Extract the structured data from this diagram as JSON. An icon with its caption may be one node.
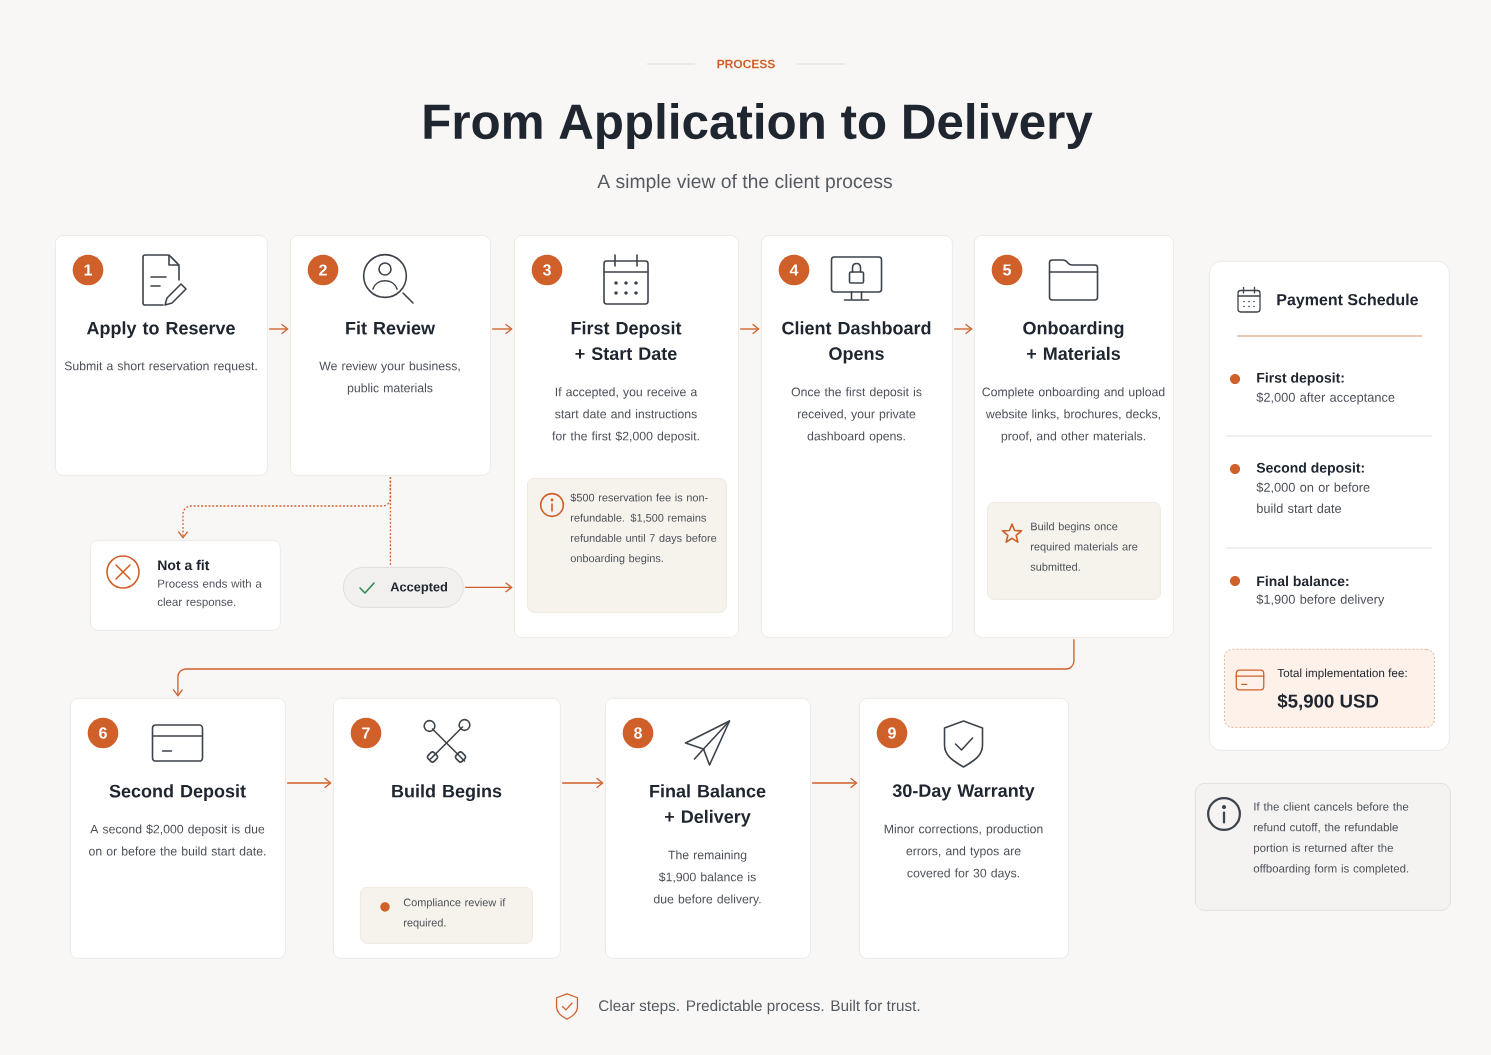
{
  "diagram": {
    "title": "From Application to Delivery",
    "nodes": [
      {
        "text": [
          "1",
          "Apply to Reserve",
          "Submit a short reservation request."
        ]
      },
      {
        "text": [
          "2",
          "Fit Review",
          "We review your business, public materials"
        ]
      },
      {
        "text": [
          "3",
          "First Deposit + Start Date",
          "If accepted, you receive a start date and instructions for the first $2,000 deposit."
        ]
      },
      {
        "text": [
          "$500 reservation fee is non-refundable. $1,500 remains refundable until 7 days before onboarding begins."
        ],
        "in": 2
      },
      {
        "text": [
          "4",
          "Client Dashboard Opens",
          "Once the first deposit is received, your private dashboard opens."
        ]
      },
      {
        "text": [
          "5",
          "Onboarding + Materials",
          "Complete onboarding and upload website links, brochures, decks, proof, and other materials."
        ]
      },
      {
        "text": [
          "Build begins once required materials are submitted."
        ],
        "in": 5
      },
      {
        "text": [
          "Not a fit",
          "Process ends with a clear response."
        ]
      },
      {
        "text": [
          "Accepted"
        ]
      },
      {
        "text": [
          "6",
          "Second Deposit",
          "A second $2,000 deposit is due on or before the build start date."
        ]
      },
      {
        "text": [
          "7",
          "Build Begins"
        ]
      },
      {
        "text": [
          "Compliance review if required."
        ],
        "in": 10
      },
      {
        "text": [
          "8",
          "Final Balance + Delivery",
          "The remaining $1,900 balance is due before delivery."
        ]
      },
      {
        "text": [
          "9",
          "30-Day Warranty",
          "Minor corrections, production errors, and typos are covered for 30 days."
        ]
      },
      {
        "text": [
          "Payment Schedule",
          "First deposit:",
          "$2,000 after acceptance",
          "Second deposit:",
          "$2,000 on or before build start date",
          "Final balance:",
          "$1,900 before delivery"
        ]
      },
      {
        "text": [
          "Total implementation fee:",
          "$5,900 USD"
        ],
        "in": 14
      },
      {
        "text": [
          "If the client cancels before the refund cutoff, the refundable portion is returned after the offboarding form is completed."
        ]
      }
    ],
    "edges": [
      {
        "from": 0,
        "to": 1,
        "arrow": "to"
      },
      {
        "from": 1,
        "to": 2,
        "arrow": "to"
      },
      {
        "from": 2,
        "to": 4,
        "arrow": "to"
      },
      {
        "from": 4,
        "to": 5,
        "arrow": "to"
      },
      {
        "from": 1,
        "to": 7,
        "arrow": "to",
        "style": "dashed"
      },
      {
        "from": 1,
        "to": 8,
        "arrow": "none",
        "style": "dashed"
      },
      {
        "from": 8,
        "to": 2,
        "arrow": "to"
      },
      {
        "from": 5,
        "to": 9,
        "arrow": "to"
      },
      {
        "from": 9,
        "to": 10,
        "arrow": "to"
      },
      {
        "from": 10,
        "to": 12,
        "arrow": "to"
      },
      {
        "from": 12,
        "to": 13,
        "arrow": "to"
      }
    ],
    "labels": [
      "PROCESS",
      "A simple view of the client process",
      "Clear steps. Predictable process. Built for trust."
    ]
  }
}
